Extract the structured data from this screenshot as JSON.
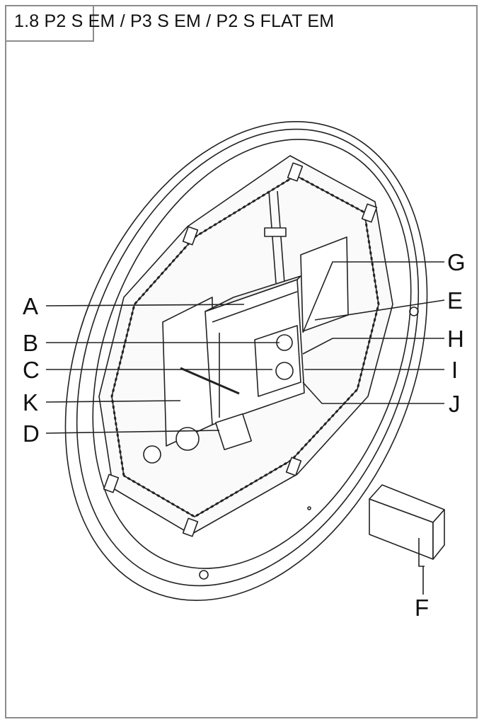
{
  "title": "1.8  P2 S EM / P3 S EM / P2 S FLAT EM",
  "labels": {
    "A": "A",
    "B": "B",
    "C": "C",
    "K": "K",
    "D": "D",
    "G": "G",
    "E": "E",
    "H": "H",
    "I": "I",
    "J": "J",
    "F": "F"
  },
  "colors": {
    "line": "#222222",
    "frame": "#8c8c8c",
    "fill_light": "#f2f2f2"
  }
}
